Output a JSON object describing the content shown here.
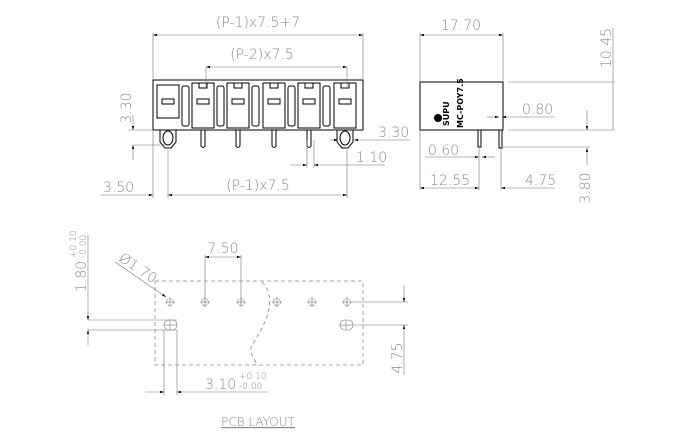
{
  "front_view": {
    "overall_width": "(P-1)x7.5+7",
    "inner_pitch": "(P-2)x7.5",
    "pin_span": "(P-1)x7.5",
    "height_left": "3.30",
    "boss_width": "3.30",
    "pin_width": "1.10",
    "edge_offset": "3.50"
  },
  "side_view": {
    "width": "17.70",
    "height": "10.45",
    "pin_thickness": "0.80",
    "pin_gap": "0.60",
    "front_offset": "12.55",
    "rear_offset": "4.75",
    "pin_length": "3.80",
    "brand": "SUPU",
    "model": "MC-POY7.5"
  },
  "pcb_layout": {
    "title": "PCB LAYOUT",
    "pitch": "7.50",
    "hole_diameter": "Ø1.70",
    "slot_width": "1.80",
    "slot_width_tol_plus": "+0.10",
    "slot_width_tol_minus": "-0.00",
    "slot_length": "3.10",
    "slot_length_tol_plus": "+0.10",
    "slot_length_tol_minus": "-0.00",
    "row_offset": "4.75"
  }
}
